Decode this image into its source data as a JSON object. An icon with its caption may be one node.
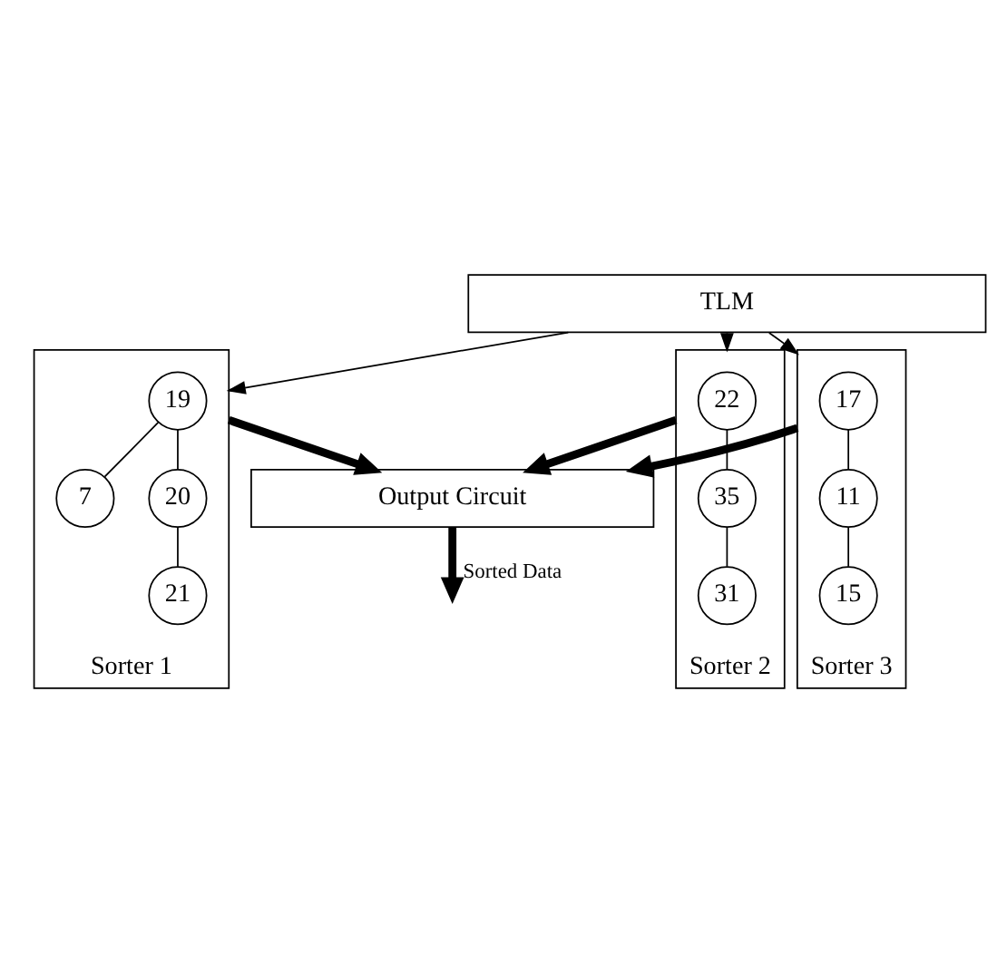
{
  "diagram": {
    "nodes": [
      {
        "text": [
          "TLM"
        ]
      },
      {
        "text": [
          "Sorter 1"
        ]
      },
      {
        "text": [
          "19"
        ],
        "in": 1
      },
      {
        "text": [
          "7"
        ],
        "in": 1
      },
      {
        "text": [
          "20"
        ],
        "in": 1
      },
      {
        "text": [
          "21"
        ],
        "in": 1
      },
      {
        "text": [
          "Sorter 2"
        ]
      },
      {
        "text": [
          "22"
        ],
        "in": 6
      },
      {
        "text": [
          "35"
        ],
        "in": 6
      },
      {
        "text": [
          "31"
        ],
        "in": 6
      },
      {
        "text": [
          "Sorter 3"
        ]
      },
      {
        "text": [
          "17"
        ],
        "in": 10
      },
      {
        "text": [
          "11"
        ],
        "in": 10
      },
      {
        "text": [
          "15"
        ],
        "in": 10
      },
      {
        "text": [
          "Output Circuit"
        ]
      }
    ],
    "edges": [
      {
        "from": 0,
        "to": 1,
        "arrow": "to"
      },
      {
        "from": 0,
        "to": 6,
        "arrow": "to"
      },
      {
        "from": 0,
        "to": 10,
        "arrow": "to"
      },
      {
        "from": 2,
        "to": 3,
        "arrow": "none"
      },
      {
        "from": 2,
        "to": 4,
        "arrow": "none"
      },
      {
        "from": 4,
        "to": 5,
        "arrow": "none"
      },
      {
        "from": 7,
        "to": 8,
        "arrow": "none"
      },
      {
        "from": 8,
        "to": 9,
        "arrow": "none"
      },
      {
        "from": 11,
        "to": 12,
        "arrow": "none"
      },
      {
        "from": 12,
        "to": 13,
        "arrow": "none"
      },
      {
        "from": 1,
        "to": 14,
        "arrow": "to",
        "style": "thick"
      },
      {
        "from": 6,
        "to": 14,
        "arrow": "to",
        "style": "thick"
      },
      {
        "from": 10,
        "to": 14,
        "arrow": "to",
        "style": "thick"
      },
      {
        "from": 14,
        "to": null,
        "arrow": "to",
        "style": "thick",
        "label": "Sorted Data"
      }
    ]
  }
}
